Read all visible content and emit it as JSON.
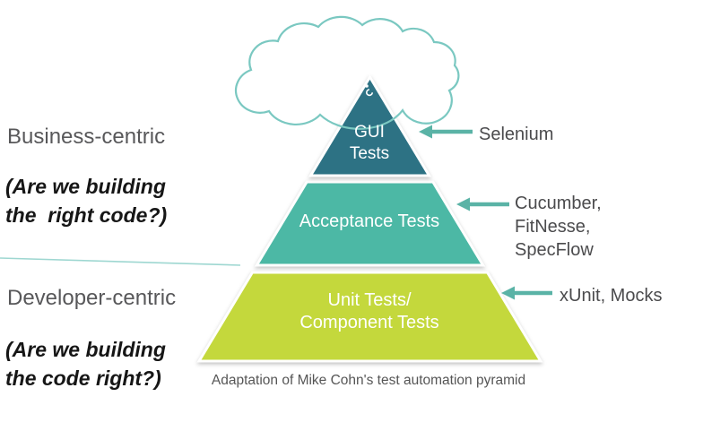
{
  "left_panel": {
    "business": {
      "title": "Business-centric",
      "question_lines": [
        "(Are we building",
        "the  right code?)"
      ]
    },
    "developer": {
      "title": "Developer-centric",
      "question_lines": [
        "(Are we building",
        "the code right?)"
      ]
    }
  },
  "pyramid": {
    "levels": [
      {
        "id": "gui-tests",
        "lines": [
          "GUI",
          "Tests"
        ],
        "color": "#2d7284"
      },
      {
        "id": "acceptance-tests",
        "lines": [
          "Acceptance Tests"
        ],
        "color": "#4cb8a5"
      },
      {
        "id": "unit-tests",
        "lines": [
          "Unit Tests/",
          "Component Tests"
        ],
        "color": "#c4d83c"
      }
    ]
  },
  "annotations": {
    "selenium": {
      "lines": [
        "Selenium"
      ]
    },
    "acceptance_tools": {
      "lines": [
        "Cucumber,",
        "FitNesse,",
        "SpecFlow"
      ]
    },
    "unit_tools": {
      "lines": [
        "xUnit, Mocks"
      ]
    }
  },
  "caption": "Adaptation of Mike Cohn's test automation pyramid",
  "colors": {
    "arrow": "#5ab3a6",
    "cloud_outline": "#7ac8c1",
    "divider": "#94d3cc",
    "heading_text": "#58585a",
    "question_text": "#161616",
    "annotation_text": "#4b4b4d",
    "caption_text": "#565656",
    "level_label_text": "#ffffff"
  }
}
